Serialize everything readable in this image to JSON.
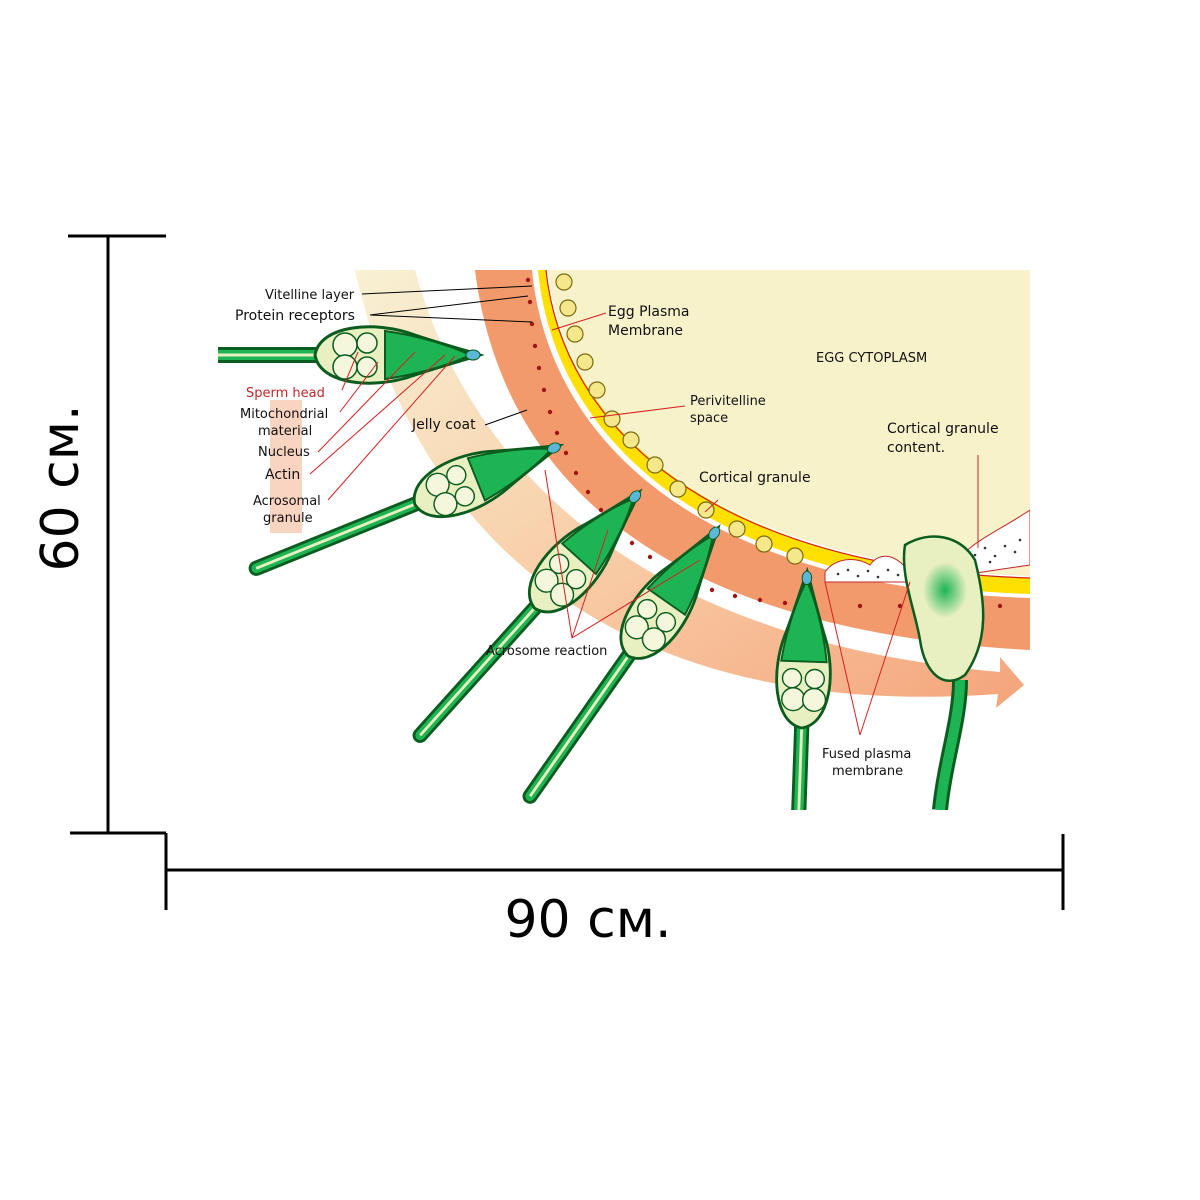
{
  "dimensions": {
    "height_label": "60 см.",
    "width_label": "90 см."
  },
  "diagram": {
    "labels": {
      "vitelline_layer": "Vitelline layer",
      "protein_receptors": "Protein receptors",
      "egg_plasma_membrane_1": "Egg Plasma",
      "egg_plasma_membrane_2": "Membrane",
      "egg_cytoplasm": "EGG CYTOPLASM",
      "sperm_head": "Sperm head",
      "mitochondrial_1": "Mitochondrial",
      "mitochondrial_2": "material",
      "nucleus": "Nucleus",
      "actin": "Actin",
      "acrosomal_1": "Acrosomal",
      "acrosomal_2": "granule",
      "jelly_coat": "Jelly coat",
      "perivitelline_1": "Perivitelline",
      "perivitelline_2": "space",
      "cortical_granule": "Cortical granule",
      "cgc_1": "Cortical granule",
      "cgc_2": "content.",
      "acrosome_reaction": "Acrosome reaction",
      "fused_1": "Fused plasma",
      "fused_2": "membrane"
    },
    "colors": {
      "cytoplasm": "#f8f2cb",
      "jelly": "#f39a6c",
      "membrane": "#ffe000",
      "sperm_green": "#1db554",
      "sperm_dark": "#0b5c1f",
      "sperm_light": "#e8efc0",
      "pointer_red": "#d42020",
      "arrow": "#f4a56a"
    }
  }
}
